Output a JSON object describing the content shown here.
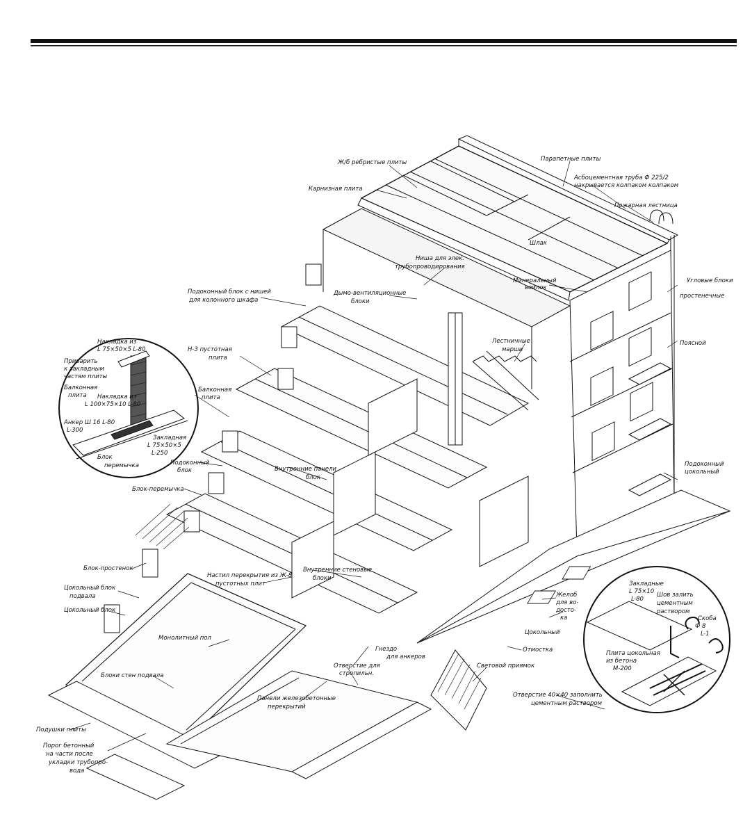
{
  "colors": {
    "ink": "#111111",
    "paper": "#ffffff",
    "hatch": "#222222"
  },
  "labels": {
    "krupnorazmernye_plity": "Ж/б ребристые плиты",
    "parapetnye_plity": "Парапетные плиты",
    "karniznaya_plita": "Карнизная плита",
    "asbestotsement_truba_1": "Асбоцементная труба Ф 225/2",
    "asbestotsement_truba_2": "накрывается колпаком колпаком",
    "pozharnaya_lestnitsa": "Пожарная лестница",
    "shlak": "Шлак",
    "nisha_dlya_1": "Ниша для элек.",
    "nisha_dlya_2": "трубопроводирования",
    "mineralnyi_voilok_1": "Минеральный",
    "mineralnyi_voilok_2": "войлок",
    "uglovye_bloki_1": "Угловые блоки",
    "uglovye_bloki_2": "простенечные",
    "podokonnyi_blok_1": "Подоконный блок с нишей",
    "podokonnyi_blok_2": "для колонного шкафа",
    "dymo_ventilyats_1": "Дымо-вентиляционные",
    "dymo_ventilyats_2": "блоки",
    "n3_pustotnaya_1": "Н-3 пустотная",
    "n3_pustotnaya_2": "плита",
    "lestnichnye_marshi_1": "Лестничные",
    "lestnichnye_marshi_2": "марши",
    "pojasnoi": "Поясной",
    "detail1_1": "Накладка из",
    "detail1_2": "L 75×50×5 L-80",
    "detail1_3": "Приварить",
    "detail1_4": "к закладным",
    "detail1_5": "частям плиты",
    "detail1_6": "Балконная",
    "detail1_7": "плита",
    "detail1_8": "Накладка из",
    "detail1_9": "L 100×75×10 L-80",
    "detail1_10": "Анкер Ш 16 L-80",
    "detail1_11": "L-300",
    "detail1_12": "Закладная",
    "detail1_13": "L 75×50×5",
    "detail1_14": "L-250",
    "detail1_15": "Блок",
    "detail1_16": "перемычка",
    "balkonnaya_plita_1": "Балконная",
    "balkonnaya_plita_2": "плита",
    "podokonnyi_blok_b": "Подоконный",
    "podokonnyi_blok_b2": "блок",
    "vnutrennie_paneli_1": "Внутренние панели",
    "vnutrennie_paneli_2": "блок",
    "blok_peremychka": "Блок-перемычка",
    "podokonnyi_cokolnyi_1": "Подоконный",
    "podokonnyi_cokolnyi_2": "цокольный",
    "blok_prostenok": "Блок-простенок",
    "nastil_perekrytiya_1": "Настил перекрытия из Ж-8",
    "nastil_perekrytiya_2": "пустотных плит",
    "vnutrennie_stenovye_1": "Внутренние стеновые",
    "vnutrennie_stenovye_2": "блоки",
    "cokolnyi_blok_1": "Цокольный блок",
    "cokolnyi_blok_2": "подвала",
    "cokolnyi_blok_3": "Цокольный блок",
    "monolitnyi_pol": "Монолитный пол",
    "bloki_sten_podvala": "Блоки стен подвала",
    "panel_perekrytiya_1": "Панели железобетонные",
    "panel_perekrytiya_2": "перекрытий",
    "gnezda_1": "Гнездо",
    "gnezda_2": "для анкеров",
    "otverstie_1": "Отверстие для",
    "otverstie_2": "стропильн.",
    "podushki_fundamenta": "Подушки плиты",
    "porog_1": "Порог бетонный",
    "porog_2": "на части после",
    "porog_3": "укладки трубопро-",
    "porog_4": "вода",
    "svetovoi_priyamok": "Световой приямок",
    "otmostka": "Отмостка",
    "zhelob_1": "Желоб",
    "zhelob_2": "для во-",
    "zhelob_3": "досто-",
    "zhelob_4": "ка",
    "cokolnyi_r": "Цокольный",
    "detail2_1": "Закладные",
    "detail2_2": "L 75×10",
    "detail2_3": "L-80",
    "detail2_4": "Шов залить",
    "detail2_5": "цементным",
    "detail2_6": "раствором",
    "detail2_7": "Скоба",
    "detail2_8": "Ф 8",
    "detail2_9": "L-1",
    "detail2_10": "Плита цокольная",
    "detail2_11": "из бетона",
    "detail2_12": "М-200",
    "otverstie_zalit_1": "Отверстие 40×40 заполнить",
    "otverstie_zalit_2": "цементным раствором"
  }
}
